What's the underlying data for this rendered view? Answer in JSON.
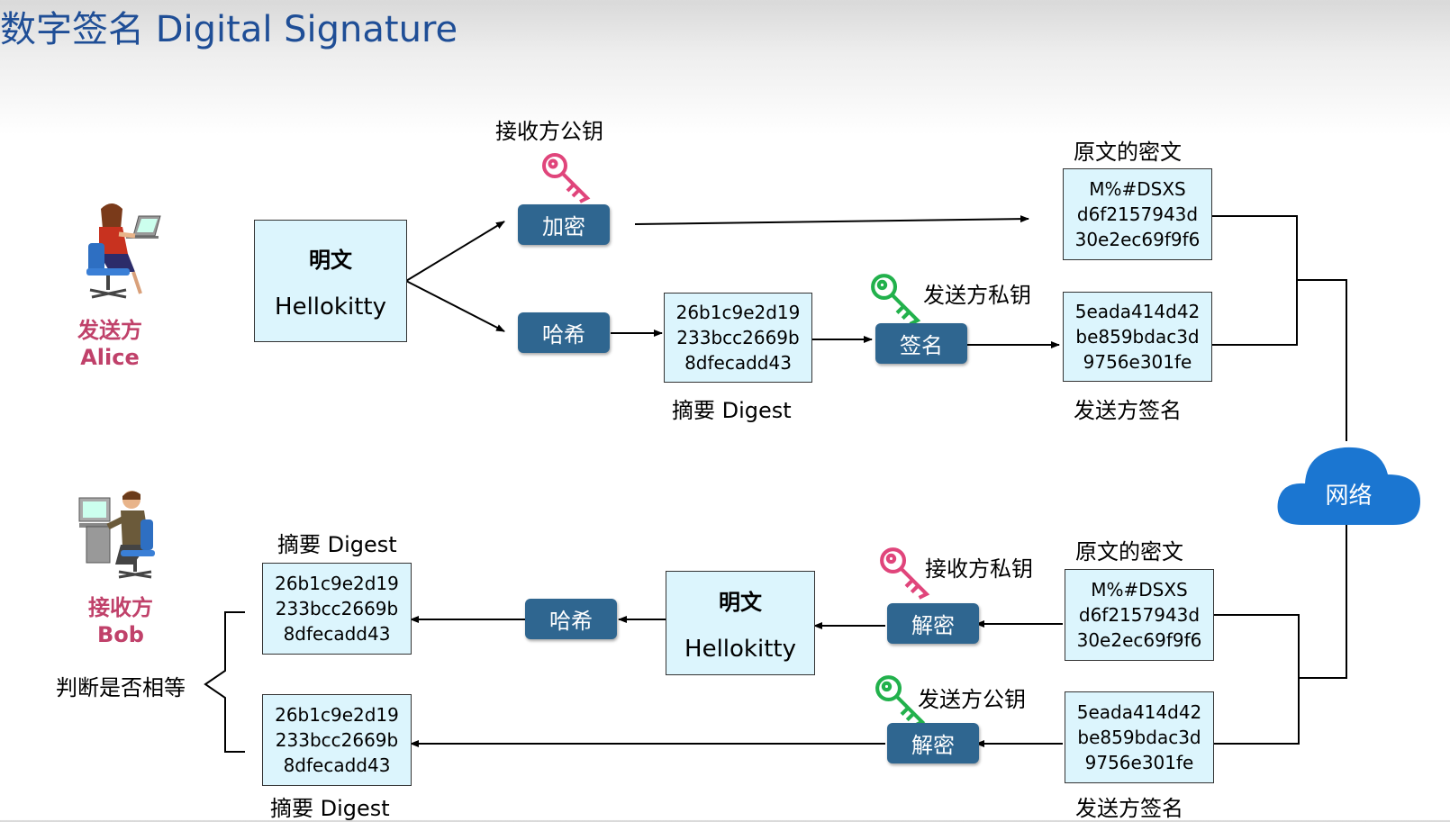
{
  "title": "数字签名 Digital Signature",
  "sender": {
    "role": "发送方",
    "name": "Alice"
  },
  "receiver": {
    "role": "接收方",
    "name": "Bob"
  },
  "top": {
    "plaintext_box": {
      "heading": "明文",
      "text": "Hellokitty"
    },
    "encrypt_key_label": "接收方公钥",
    "encrypt_button": "加密",
    "hash_button": "哈希",
    "digest_box": {
      "lines": [
        "26b1c9e2d19",
        "233bcc2669b",
        "8dfecadd43"
      ]
    },
    "digest_label": "摘要 Digest",
    "sign_key_label": "发送方私钥",
    "sign_button": "签名",
    "cipher_label": "原文的密文",
    "cipher_box": {
      "lines": [
        "M%#DSXS",
        "d6f2157943d",
        "30e2ec69f9f6"
      ]
    },
    "signature_box": {
      "lines": [
        "5eada414d42",
        "be859bdac3d",
        "9756e301fe"
      ]
    },
    "signature_label": "发送方签名"
  },
  "network_label": "网络",
  "bottom": {
    "cipher_label": "原文的密文",
    "cipher_box": {
      "lines": [
        "M%#DSXS",
        "d6f2157943d",
        "30e2ec69f9f6"
      ]
    },
    "decrypt_key_label": "接收方私钥",
    "decrypt_button": "解密",
    "plaintext_box": {
      "heading": "明文",
      "text": "Hellokitty"
    },
    "hash_button": "哈希",
    "digest_top_label": "摘要 Digest",
    "digest_top_box": {
      "lines": [
        "26b1c9e2d19",
        "233bcc2669b",
        "8dfecadd43"
      ]
    },
    "verify_key_label": "发送方公钥",
    "verify_button": "解密",
    "signature_box": {
      "lines": [
        "5eada414d42",
        "be859bdac3d",
        "9756e301fe"
      ]
    },
    "signature_label": "发送方签名",
    "digest_bottom_box": {
      "lines": [
        "26b1c9e2d19",
        "233bcc2669b",
        "8dfecadd43"
      ]
    },
    "digest_bottom_label": "摘要 Digest",
    "compare_label": "判断是否相等"
  },
  "colors": {
    "title": "#1f4e96",
    "button": "#2f6690",
    "box_fill": "#dcf5fd",
    "role": "#c0416a",
    "cloud": "#1b76d1",
    "key_pink": "#e0457b",
    "key_green": "#22b14c"
  },
  "icons": {
    "public_key_top": "key-icon",
    "private_key_top": "key-icon",
    "private_key_bottom": "key-icon",
    "public_key_bottom": "key-icon",
    "alice": "person-at-laptop-icon",
    "bob": "person-at-computer-icon",
    "network": "cloud-icon"
  }
}
